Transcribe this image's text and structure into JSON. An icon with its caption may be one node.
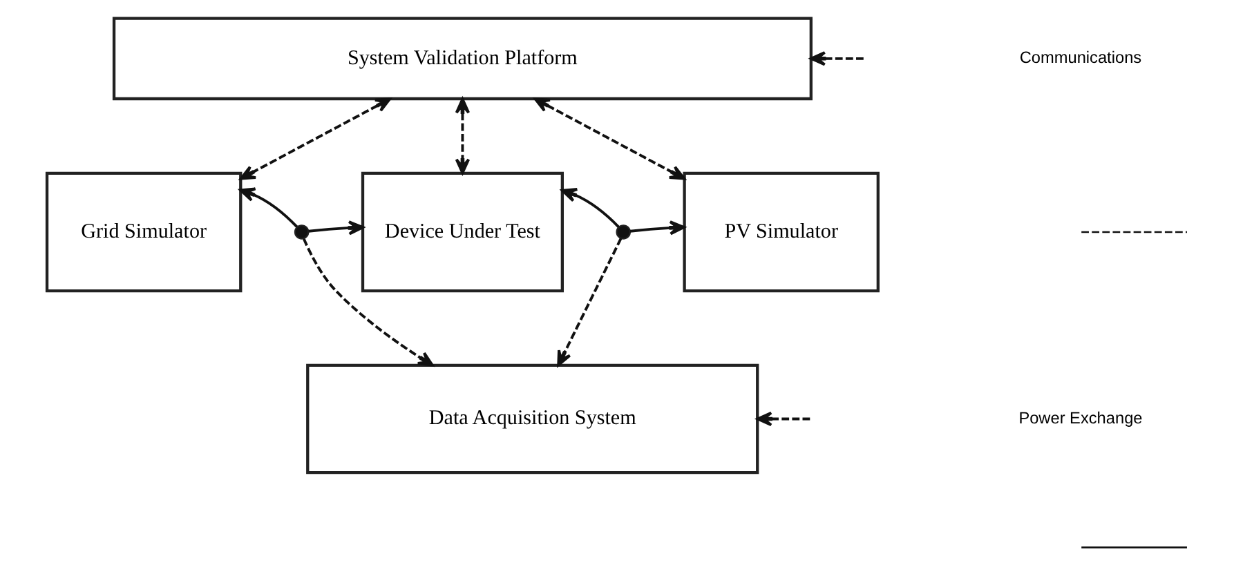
{
  "diagram": {
    "nodes": [
      {
        "text": [
          "System Validation Platform"
        ]
      },
      {
        "text": [
          "Grid Simulator"
        ]
      },
      {
        "text": [
          "Device Under Test"
        ]
      },
      {
        "text": [
          "PV Simulator"
        ]
      },
      {
        "text": [
          "Data Acquisition System"
        ]
      },
      {
        "text": [],
        "shape": "circle"
      },
      {
        "text": [],
        "shape": "circle"
      }
    ],
    "edges": [
      {
        "from": 0,
        "to": 1,
        "arrow": "both",
        "style": "dashed"
      },
      {
        "from": 0,
        "to": 2,
        "arrow": "both",
        "style": "dashed"
      },
      {
        "from": 0,
        "to": 3,
        "arrow": "both",
        "style": "dashed"
      },
      {
        "from": 5,
        "to": 1,
        "arrow": "to"
      },
      {
        "from": 5,
        "to": 2,
        "arrow": "to"
      },
      {
        "from": 5,
        "to": 4,
        "arrow": "to",
        "style": "dashed"
      },
      {
        "from": 6,
        "to": 2,
        "arrow": "to"
      },
      {
        "from": 6,
        "to": 3,
        "arrow": "to"
      },
      {
        "from": 6,
        "to": 4,
        "arrow": "to",
        "style": "dashed"
      },
      {
        "from": null,
        "to": 0,
        "arrow": "to",
        "style": "dashed"
      },
      {
        "from": null,
        "to": 4,
        "arrow": "to",
        "style": "dashed"
      }
    ],
    "legend": [
      {
        "text": "Communications"
      },
      {
        "text": "Power Exchange"
      }
    ]
  }
}
